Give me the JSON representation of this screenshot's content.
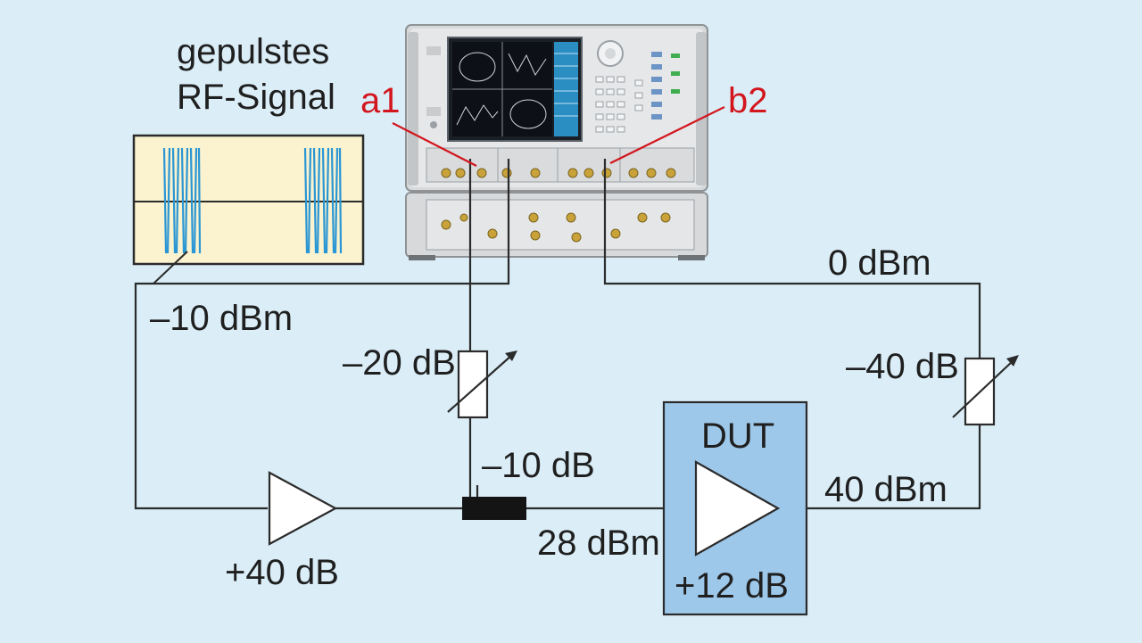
{
  "labels": {
    "pulse_title_line1": "gepulstes",
    "pulse_title_line2": "RF-Signal",
    "port_a1": "a1",
    "port_b2": "b2",
    "level_source": "–10 dBm",
    "level_b2": "0 dBm",
    "attenuator_a1": "–20 dB",
    "attenuator_b2": "–40 dB",
    "coupler": "–10 dB",
    "amplifier_gain": "+40 dB",
    "level_dut_in": "28 dBm",
    "level_dut_out": "40 dBm",
    "dut_title": "DUT",
    "dut_gain": "+12 dB"
  },
  "colors": {
    "background": "#dbeef8",
    "port_label": "#d3161e",
    "pulse_box": "#fbf3d0",
    "pulse_signal": "#2a96d3",
    "dut_fill": "#9ec8ea"
  }
}
